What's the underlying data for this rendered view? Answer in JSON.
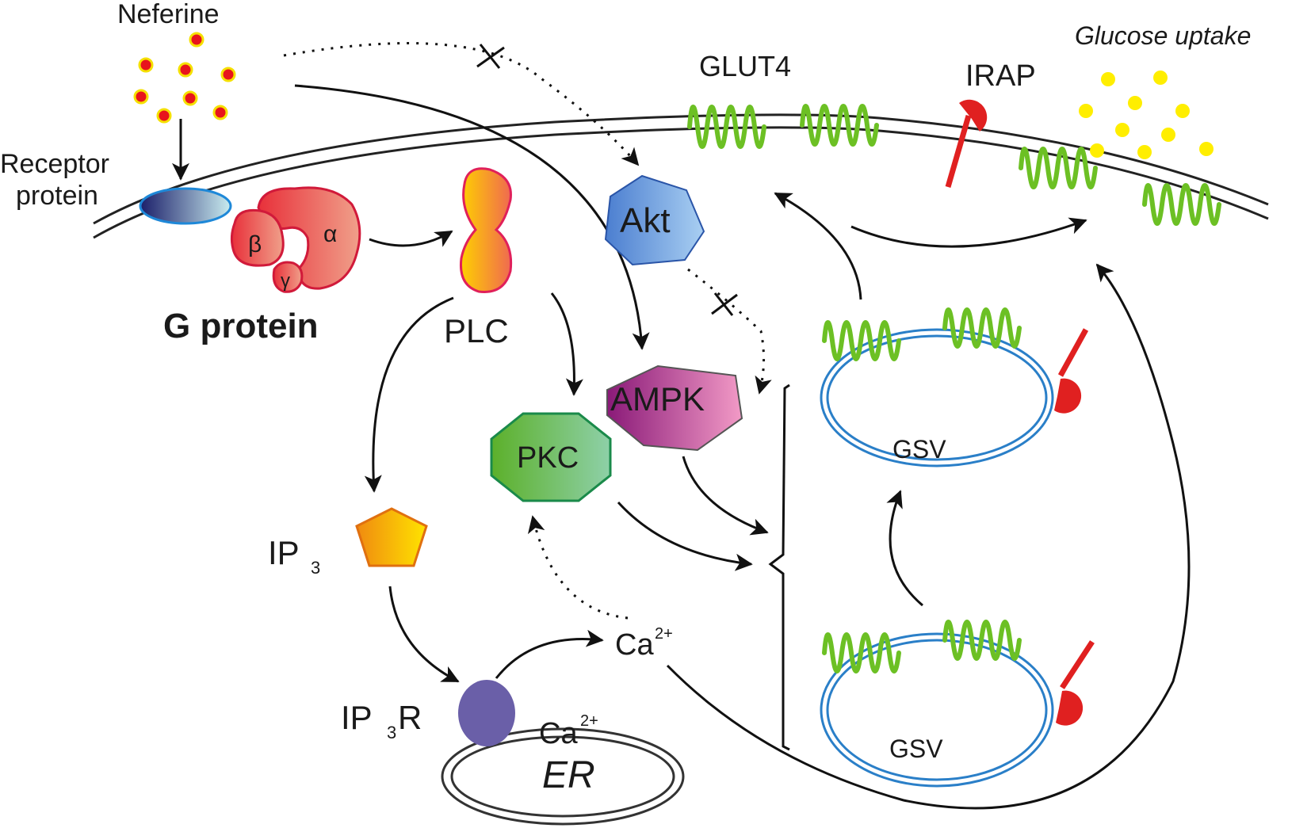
{
  "labels": {
    "neferine": "Neferine",
    "receptor_line1": "Receptor",
    "receptor_line2": "protein",
    "g_protein": "G protein",
    "beta": "β",
    "alpha": "α",
    "gamma": "γ",
    "plc": "PLC",
    "akt": "Akt",
    "ampk": "AMPK",
    "pkc": "PKC",
    "ip3_main": "IP",
    "ip3_sub": "3",
    "ip3r_main": "IP",
    "ip3r_sub": "3",
    "ip3r_tail": "R",
    "ca_main": "Ca",
    "ca_sup": "2+",
    "er_ca_main": "Ca",
    "er_ca_sup": "2+",
    "er": "ER",
    "glut4": "GLUT4",
    "irap": "IRAP",
    "glucose_uptake": "Glucose uptake",
    "gsv_top": "GSV",
    "gsv_bottom": "GSV"
  },
  "colors": {
    "neferine_dot": "#e8141c",
    "neferine_ring": "#f5e000",
    "glucose": "#ffee00",
    "glut4": "#6cc024",
    "irap": "#e02020",
    "membrane": "#222222",
    "vesicle": "#2a7fc8",
    "arrow": "#111111"
  }
}
